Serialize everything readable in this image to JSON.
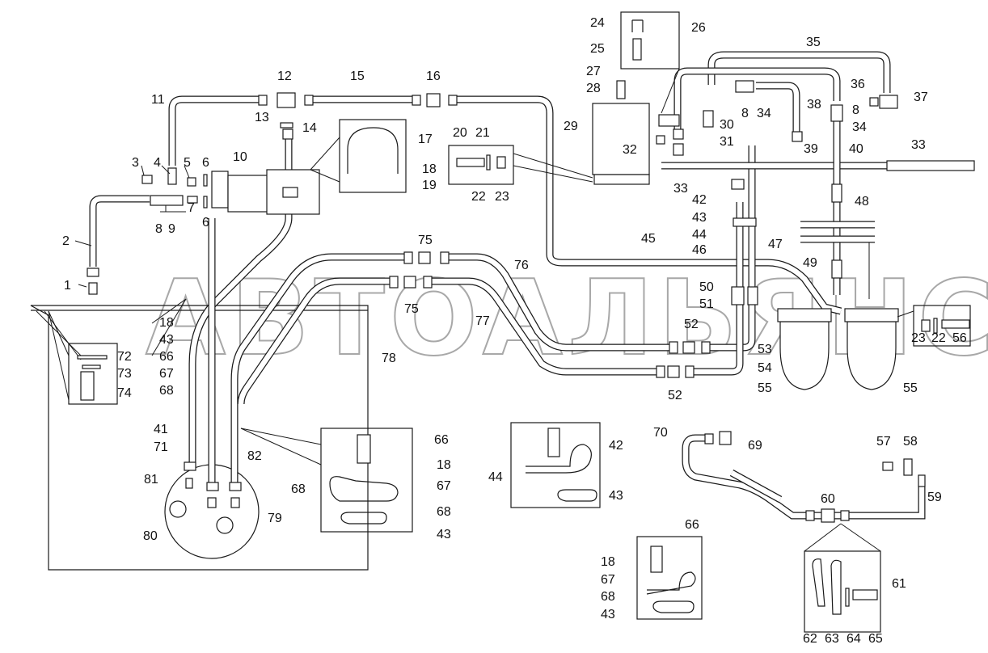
{
  "watermark": "АВТОАЛЬЯНС",
  "callouts": {
    "c1": "1",
    "c2": "2",
    "c3": "3",
    "c4": "4",
    "c5": "5",
    "c6a": "6",
    "c6b": "6",
    "c7": "7",
    "c8a": "8",
    "c9a": "9",
    "c10": "10",
    "c11": "11",
    "c12": "12",
    "c13": "13",
    "c14": "14",
    "c15": "15",
    "c16": "16",
    "c17": "17",
    "c18a": "18",
    "c19": "19",
    "c20": "20",
    "c21": "21",
    "c22a": "22",
    "c23a": "23",
    "c24": "24",
    "c25": "25",
    "c26": "26",
    "c27": "27",
    "c28": "28",
    "c29": "29",
    "c30": "30",
    "c31": "31",
    "c32": "32",
    "c33a": "33",
    "c33b": "33",
    "c34a": "34",
    "c34b": "34",
    "c35": "35",
    "c36": "36",
    "c37": "37",
    "c38": "38",
    "c8b": "8",
    "c8c": "8",
    "c39": "39",
    "c40": "40",
    "c42a": "42",
    "c43a": "43",
    "c44a": "44",
    "c45": "45",
    "c46": "46",
    "c47": "47",
    "c48": "48",
    "c49": "49",
    "c50": "50",
    "c51": "51",
    "c52a": "52",
    "c52b": "52",
    "c53": "53",
    "c54": "54",
    "c55a": "55",
    "c55b": "55",
    "c23b": "23",
    "c22b": "22",
    "c56": "56",
    "c75a": "75",
    "c75b": "75",
    "c76": "76",
    "c77": "77",
    "c78": "78",
    "c18b": "18",
    "c43b": "43",
    "c66a": "66",
    "c67a": "67",
    "c68a": "68",
    "c72": "72",
    "c73": "73",
    "c74": "74",
    "c41": "41",
    "c71": "71",
    "c82": "82",
    "c81": "81",
    "c80": "80",
    "c79": "79",
    "c66b": "66",
    "c18c": "18",
    "c68b": "68",
    "c67b": "67",
    "c68c": "68",
    "c43c": "43",
    "c42b": "42",
    "c44b": "44",
    "c43d": "43",
    "c70": "70",
    "c69": "69",
    "c57": "57",
    "c58": "58",
    "c59": "59",
    "c60": "60",
    "c66c": "66",
    "c18d": "18",
    "c67c": "67",
    "c68d": "68",
    "c43e": "43",
    "c61": "61",
    "c62": "62",
    "c63": "63",
    "c64": "64",
    "c65": "65"
  }
}
